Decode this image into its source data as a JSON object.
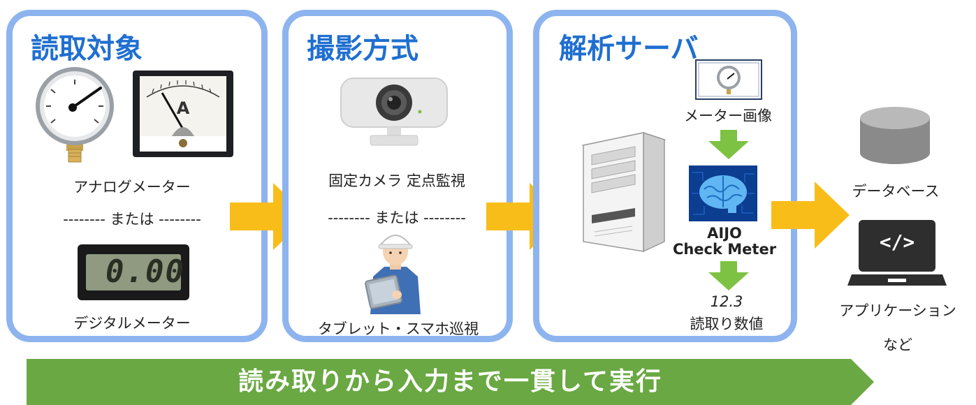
{
  "panels": {
    "reading_target": {
      "title": "読取対象",
      "analog_label": "アナログメーター",
      "separator": "-------- または --------",
      "digital_label": "デジタルメーター",
      "digital_display": "0.00"
    },
    "capture_method": {
      "title": "撮影方式",
      "fixed_camera_label": "固定カメラ 定点監視",
      "separator": "-------- または --------",
      "tablet_label": "タブレット・スマホ巡視"
    },
    "analysis_server": {
      "title": "解析サーバ",
      "meter_image_label": "メーター画像",
      "ai_label_line1": "AIJO",
      "ai_label_line2": "Check Meter",
      "value": "12.3",
      "value_label": "読取り数値"
    }
  },
  "outputs": {
    "database_label": "データベース",
    "application_label": "アプリケーション",
    "etc_label": "など",
    "code_glyph": "</>"
  },
  "banner": {
    "text": "読み取りから入力まで一貫して実行"
  },
  "colors": {
    "panel_border": "#8db4ee",
    "title_blue": "#1f6fd0",
    "arrow_yellow": "#f9bd1a",
    "arrow_green": "#7dc242",
    "banner_green": "#6aa843"
  }
}
